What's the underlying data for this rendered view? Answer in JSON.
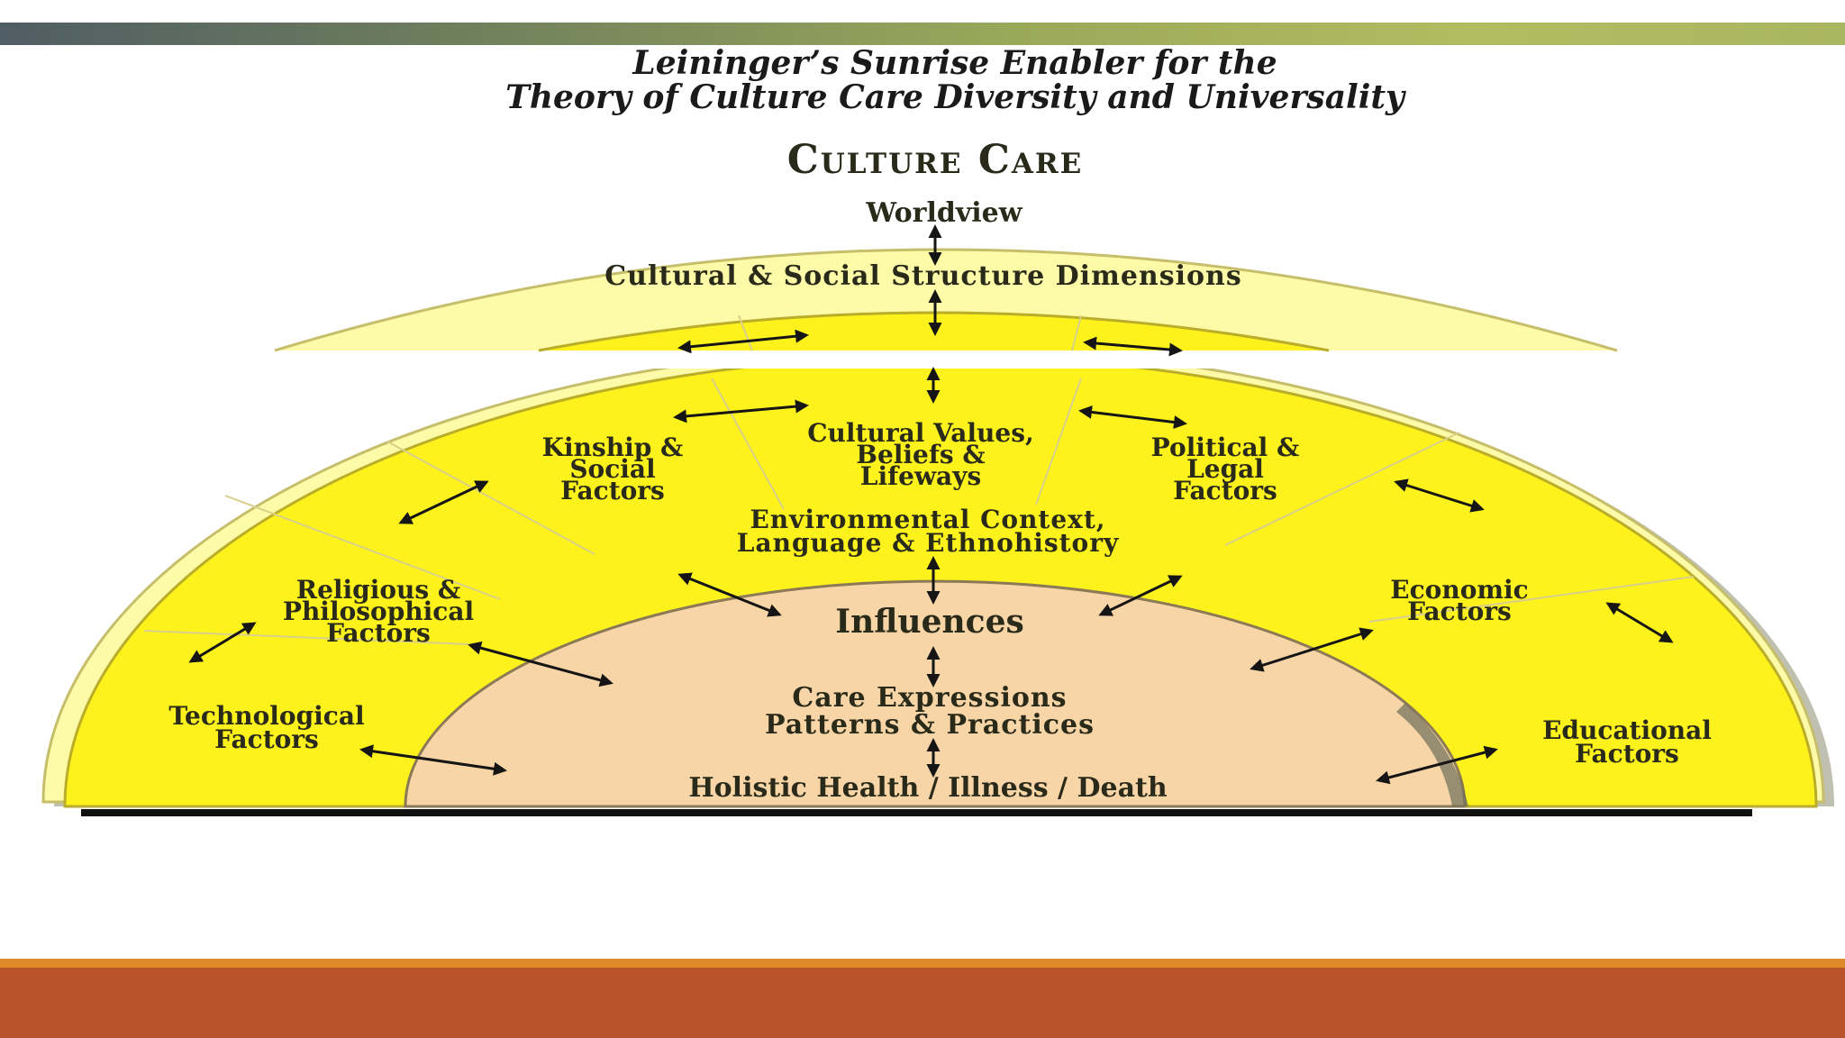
{
  "slide": {
    "title_line_1": "Leininger’s Sunrise Enabler for the",
    "title_line_2": "Theory of Culture Care Diversity and Universality"
  },
  "diagram": {
    "heading": "Culture Care",
    "worldview": "Worldview",
    "cultural_social": "Cultural & Social Structure Dimensions",
    "factors": {
      "kinship": [
        "Kinship &",
        "Social",
        "Factors"
      ],
      "cultural_values": [
        "Cultural Values,",
        "Beliefs &",
        "Lifeways"
      ],
      "political": [
        "Political &",
        "Legal",
        "Factors"
      ],
      "religious": [
        "Religious &",
        "Philosophical",
        "Factors"
      ],
      "economic": [
        "Economic",
        "Factors"
      ],
      "technological": [
        "Technological",
        "Factors"
      ],
      "educational": [
        "Educational",
        "Factors"
      ]
    },
    "environmental": [
      "Environmental Context,",
      "Language & Ethnohistory"
    ],
    "influences": "Influences",
    "care_expressions": [
      "Care Expressions",
      "Patterns & Practices"
    ],
    "holistic": "Holistic Health / Illness / Death",
    "colors": {
      "outer_band": "#fdfaa8",
      "middle_band": "#fdf21c",
      "inner_core": "#f8d5a6",
      "base_line": "#111111"
    }
  }
}
